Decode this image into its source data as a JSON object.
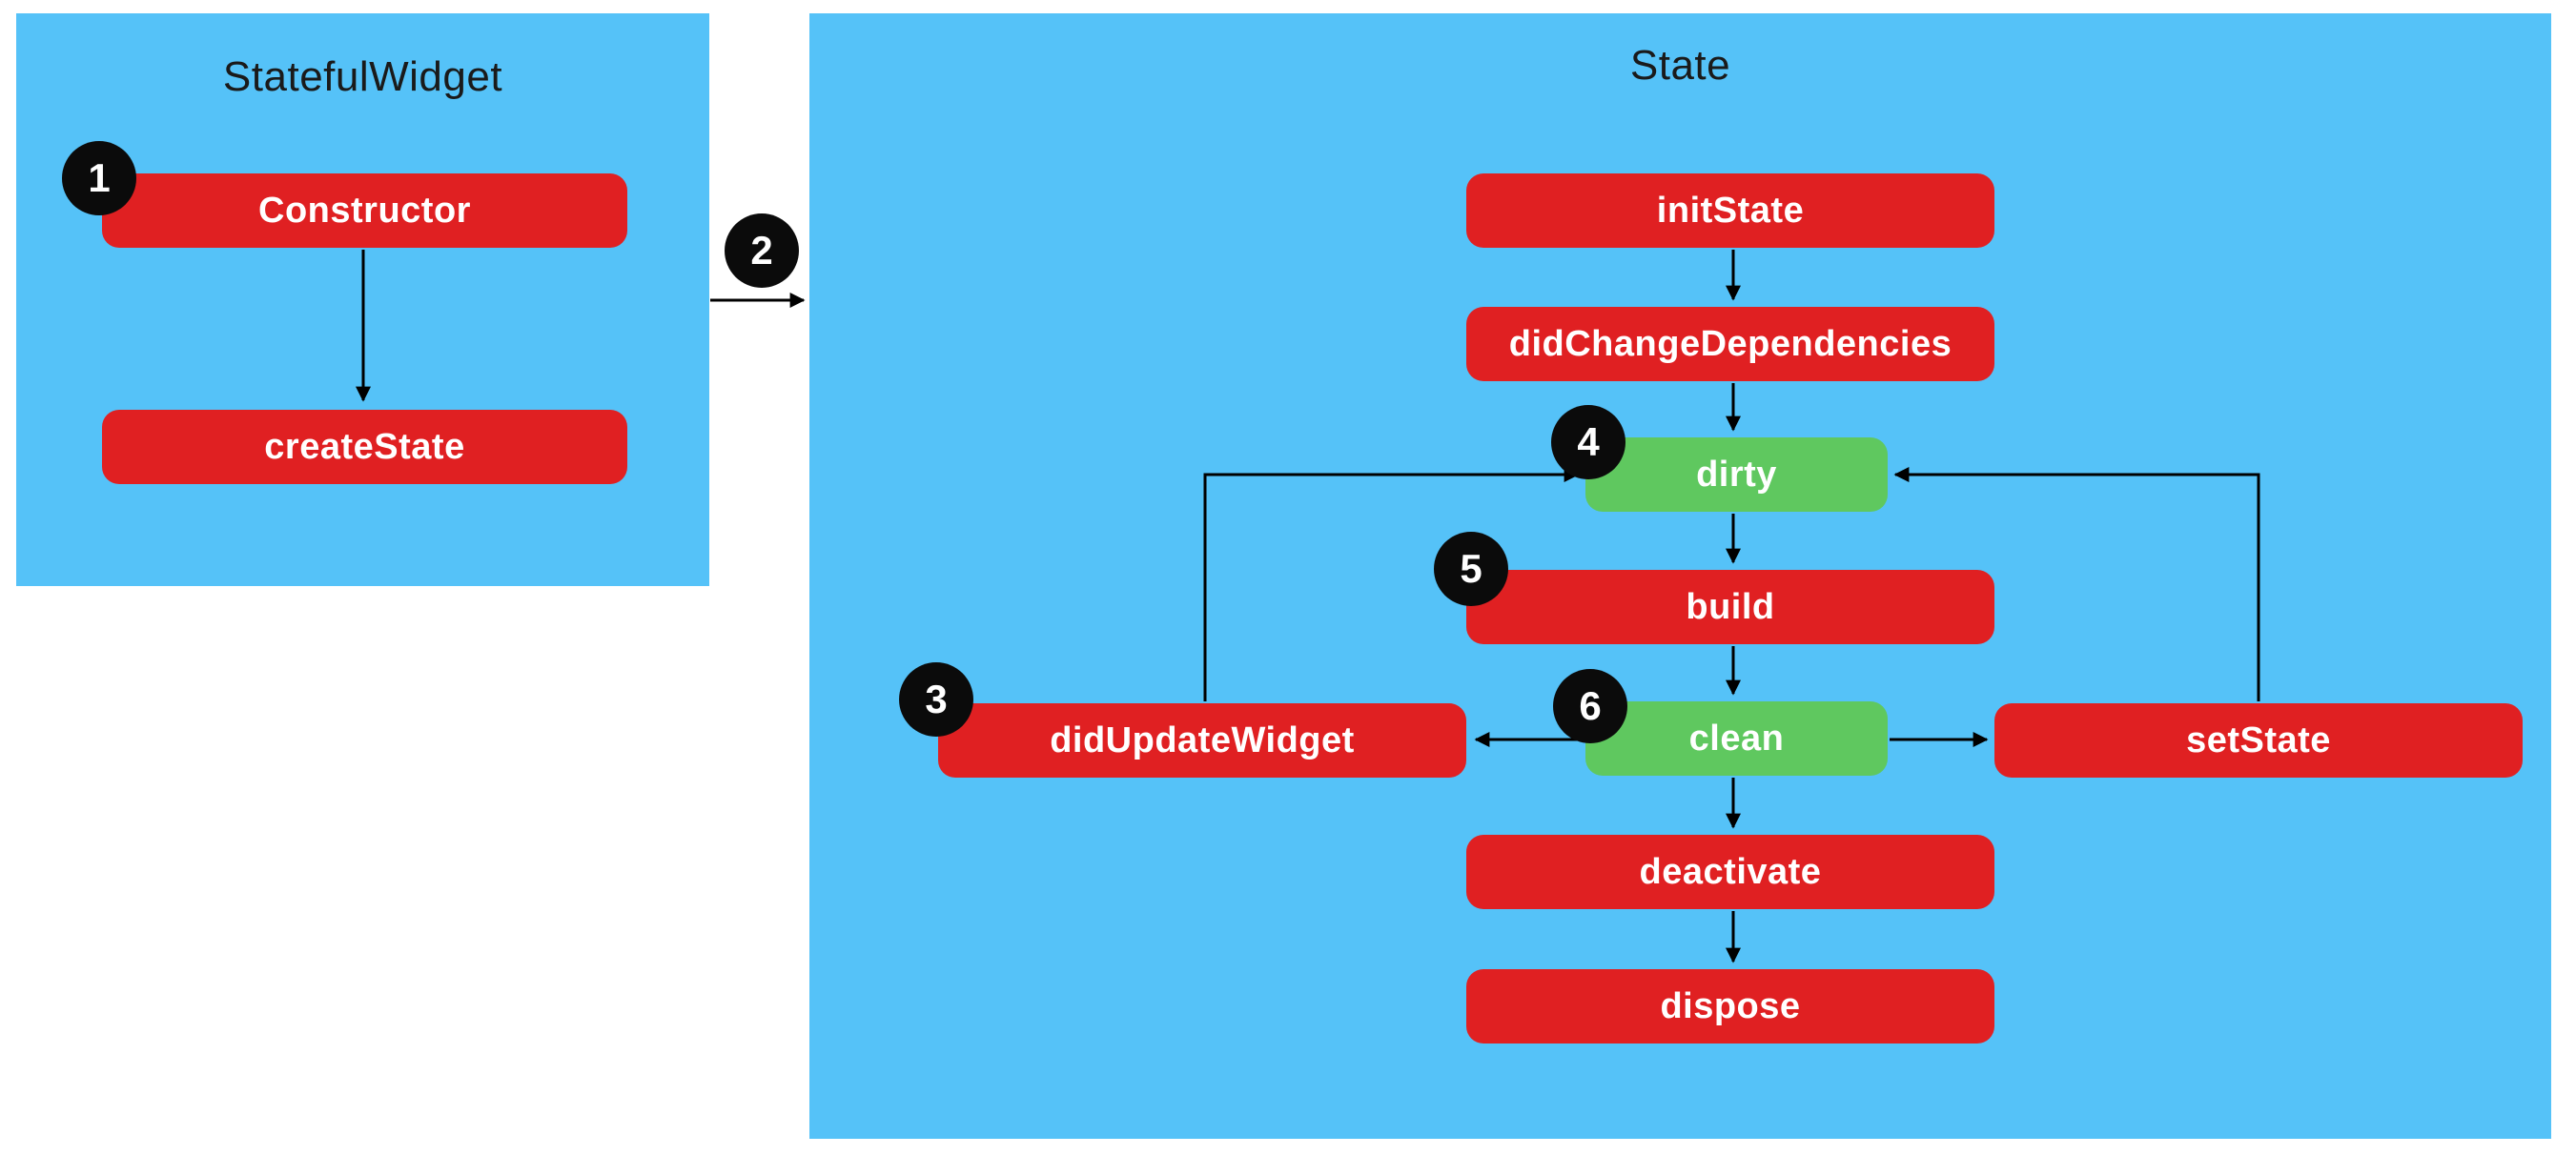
{
  "left_panel": {
    "title": "StatefulWidget",
    "nodes": {
      "constructor": {
        "label": "Constructor",
        "badge": "1"
      },
      "create_state": {
        "label": "createState"
      }
    }
  },
  "connector": {
    "badge": "2"
  },
  "right_panel": {
    "title": "State",
    "nodes": {
      "init_state": {
        "label": "initState"
      },
      "did_change_dependencies": {
        "label": "didChangeDependencies"
      },
      "dirty": {
        "label": "dirty",
        "badge": "4"
      },
      "build": {
        "label": "build",
        "badge": "5"
      },
      "clean": {
        "label": "clean",
        "badge": "6"
      },
      "did_update_widget": {
        "label": "didUpdateWidget",
        "badge": "3"
      },
      "set_state": {
        "label": "setState"
      },
      "deactivate": {
        "label": "deactivate"
      },
      "dispose": {
        "label": "dispose"
      }
    }
  },
  "colors": {
    "panel_blue": "#55C2F8",
    "node_red": "#E02022",
    "node_green": "#5FC85F",
    "badge_black": "#0B0B0B",
    "node_text": "#FFFFFF",
    "title_text": "#1A1A1A",
    "arrow": "#000000",
    "background": "#FFFFFF"
  }
}
